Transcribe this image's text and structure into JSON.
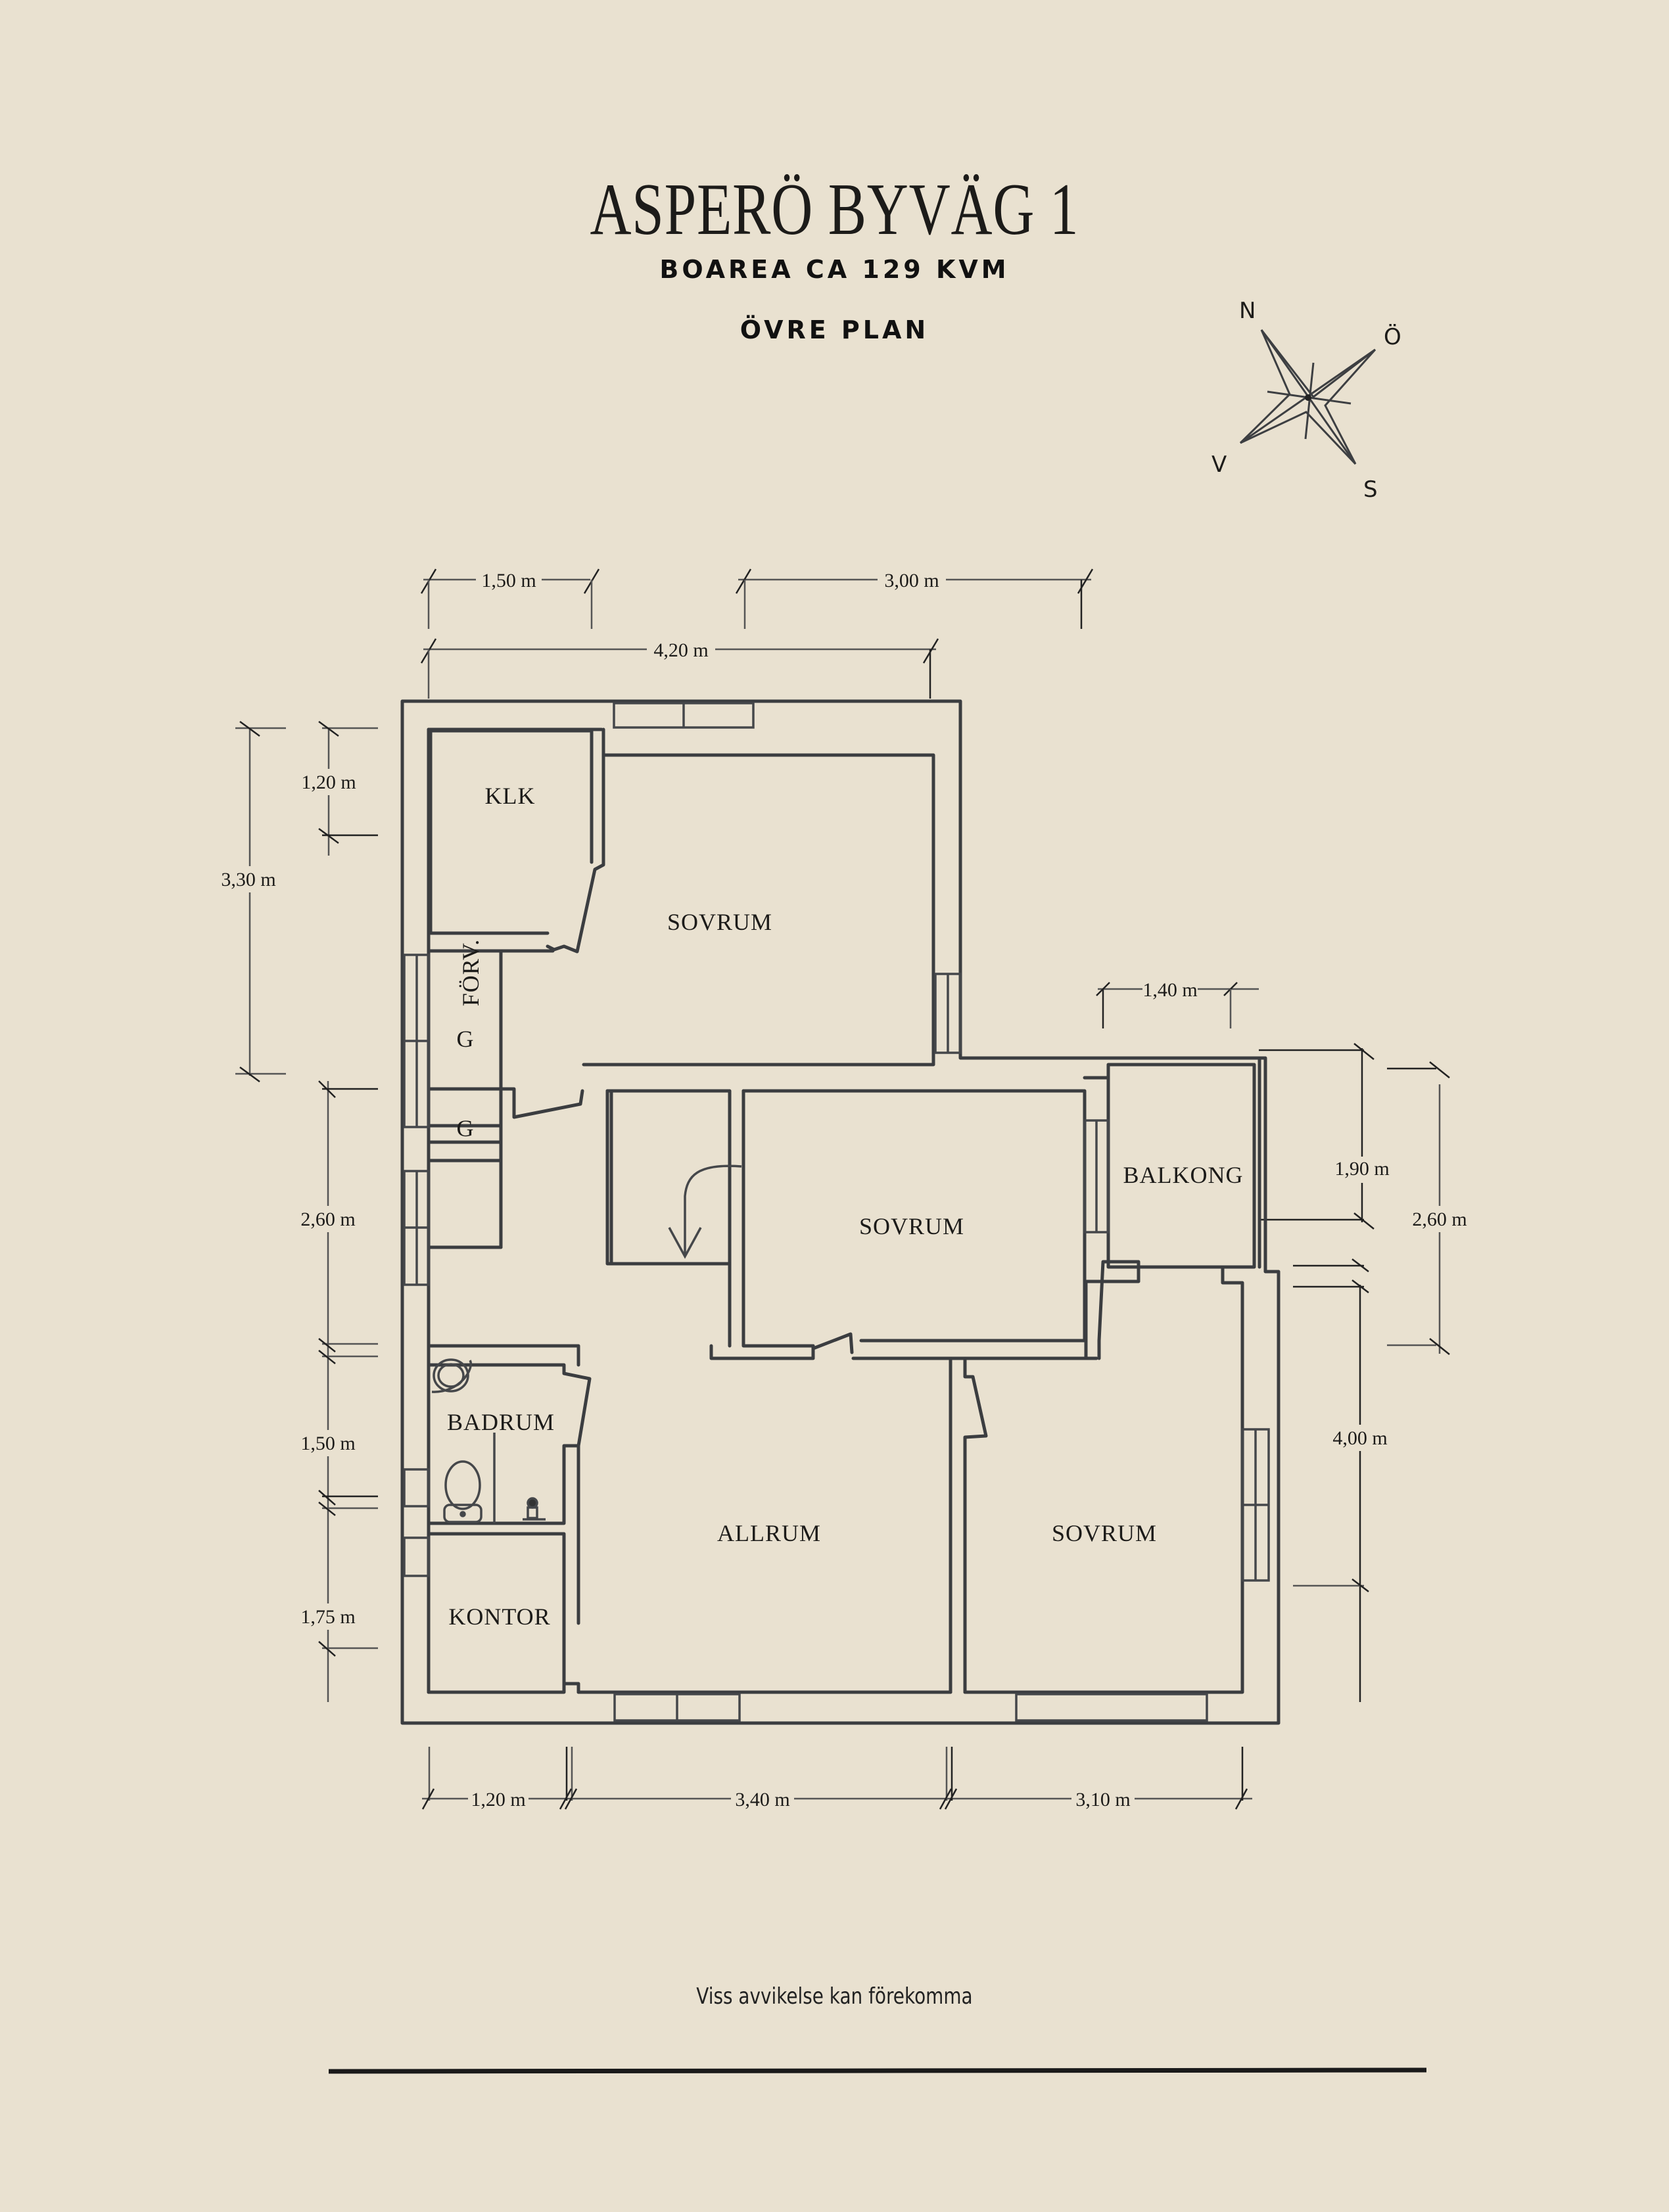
{
  "header": {
    "title": "ASPERÖ BYVÄG 1",
    "area": "BOAREA CA 129 KVM",
    "floor": "ÖVRE PLAN"
  },
  "compass": {
    "icon": "compass-rose-icon",
    "north": "N",
    "east": "Ö",
    "south": "S",
    "west": "V"
  },
  "rooms": {
    "klk": "KLK",
    "forv": "FÖRV.",
    "g1": "G",
    "g2": "G",
    "sovrum_top": "SOVRUM",
    "sovrum_mid": "SOVRUM",
    "sovrum_right": "SOVRUM",
    "balkong": "BALKONG",
    "badrum": "BADRUM",
    "kontor": "KONTOR",
    "allrum": "ALLRUM"
  },
  "dimensions": {
    "top": [
      "1,50 m",
      "3,00 m",
      "4,20 m"
    ],
    "left": [
      "1,20 m",
      "3,30 m",
      "2,60 m",
      "1,50 m",
      "1,75 m"
    ],
    "right": [
      "1,40 m",
      "1,90 m",
      "2,60 m",
      "4,00 m"
    ],
    "bottom": [
      "1,20 m",
      "3,40 m",
      "3,10 m"
    ]
  },
  "footer": {
    "note": "Viss avvikelse kan förekomma"
  },
  "colors": {
    "background": "#e9e1d0",
    "ink": "#3b3d40",
    "text": "#1c1b19"
  }
}
